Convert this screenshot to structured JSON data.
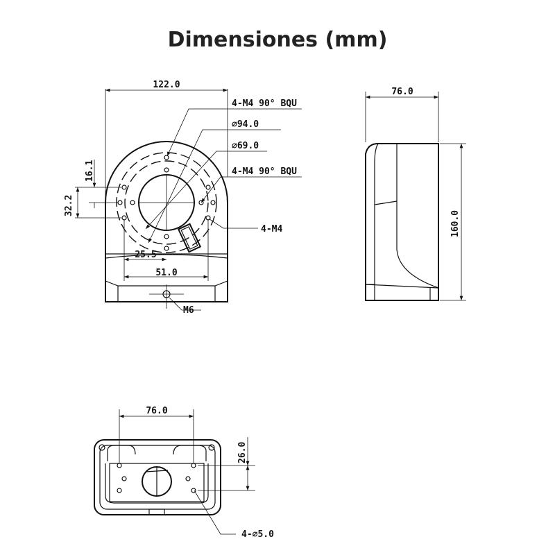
{
  "title": "Dimensiones (mm)",
  "front_view": {
    "width": "122.0",
    "callout_top": "4-M4 90° BQU",
    "diameter_outer": "∅94.0",
    "diameter_inner": "∅69.0",
    "callout_mid": "4-M4 90° BQU",
    "callout_side": "4-M4",
    "dim_16": "16.1",
    "dim_32": "32.2",
    "dim_25": "25.5",
    "dim_51": "51.0",
    "bolt": "M6"
  },
  "side_view": {
    "depth": "76.0",
    "height": "160.0"
  },
  "bottom_view": {
    "spacing": "76.0",
    "offset": "26.0",
    "holes": "4-∅5.0"
  }
}
